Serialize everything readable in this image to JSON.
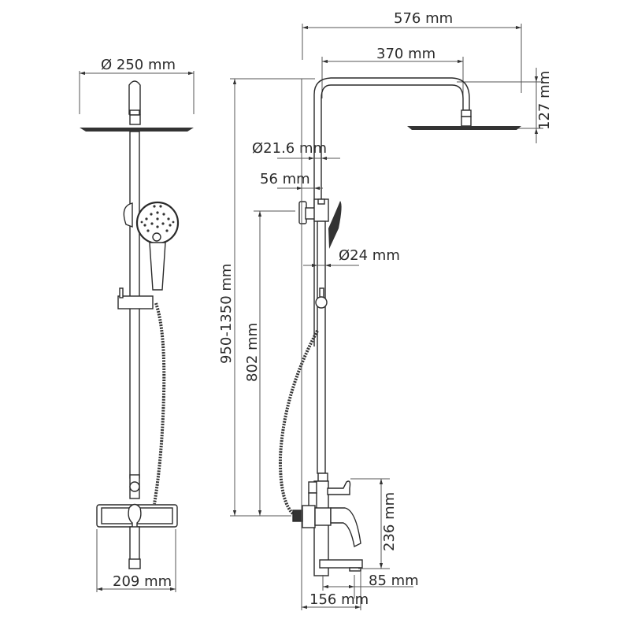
{
  "diagram": {
    "type": "technical-drawing",
    "subject": "Shower system with overhead rain shower, hand shower on slide bar and bath mixer",
    "views": [
      "front-view",
      "side-view"
    ]
  },
  "front_view": {
    "dimensions": {
      "overhead_diameter": "Ø 250 mm",
      "mixer_width": "209 mm"
    }
  },
  "side_view": {
    "dimensions": {
      "total_projection": "576 mm",
      "arm_length": "370 mm",
      "head_drop": "127 mm",
      "column_diameter": "Ø21.6 mm",
      "holder_offset": "56 mm",
      "slide_bar_diameter": "Ø24 mm",
      "height_range": "950-1350 mm",
      "slide_bar_height": "802 mm",
      "mixer_height": "236 mm",
      "spout_offset": "85 mm",
      "mixer_depth": "156 mm"
    }
  },
  "colors": {
    "line": "#2a2a2a",
    "dimension_line": "#555555",
    "background": "#ffffff"
  }
}
